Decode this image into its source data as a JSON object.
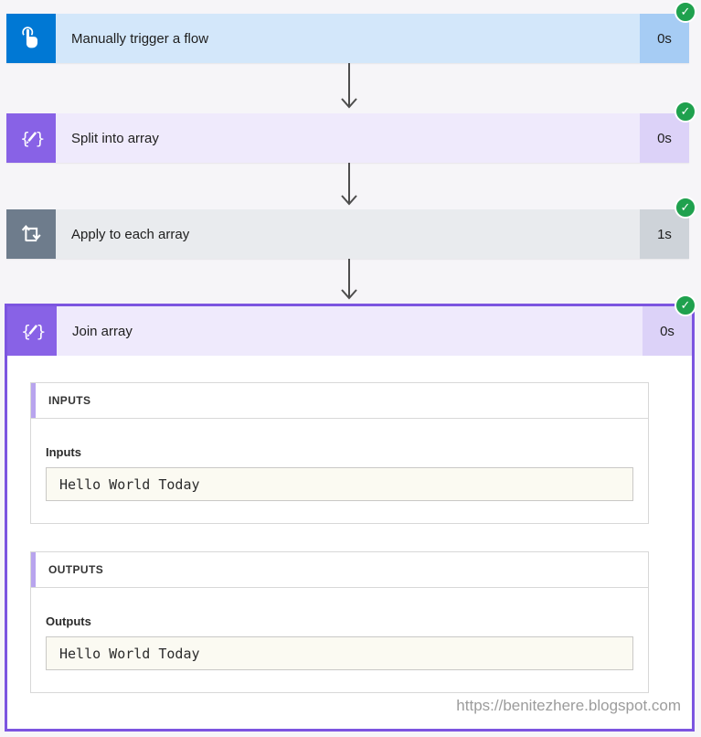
{
  "flow": {
    "steps": [
      {
        "title": "Manually trigger a flow",
        "duration": "0s",
        "status": "Succeeded",
        "icon": "manual-trigger-icon",
        "type": "trigger"
      },
      {
        "title": "Split into array",
        "duration": "0s",
        "status": "Succeeded",
        "icon": "data-operation-icon",
        "type": "data-operation"
      },
      {
        "title": "Apply to each array",
        "duration": "1s",
        "status": "Succeeded",
        "icon": "apply-to-each-loop-icon",
        "type": "control-loop"
      },
      {
        "title": "Join array",
        "duration": "0s",
        "status": "Succeeded",
        "icon": "data-operation-icon",
        "type": "data-operation",
        "expanded": true
      }
    ],
    "join_detail": {
      "inputs_header": "INPUTS",
      "inputs_label": "Inputs",
      "inputs_value": "Hello World Today",
      "outputs_header": "OUTPUTS",
      "outputs_label": "Outputs",
      "outputs_value": "Hello World Today"
    }
  },
  "icons": {
    "check": "✓"
  },
  "watermark": "https://benitezhere.blogspot.com",
  "colors": {
    "trigger_icon_bg": "#0078D4",
    "trigger_bar": "#D3E7FA",
    "trigger_duration": "#A6CCF4",
    "data_icon_bg": "#8862E6",
    "data_bar": "#EFEAFC",
    "data_duration": "#DCD2F8",
    "loop_icon_bg": "#6E7C8C",
    "loop_bar": "#E9EBEE",
    "loop_duration": "#CED3D9",
    "expanded_border": "#7C55E0",
    "success_green": "#1FA14E",
    "arrow": "#4D4D4D",
    "section_accent": "#B8A4EE",
    "value_box_bg": "#FBFAF2",
    "canvas_bg": "#F6F5F8"
  }
}
